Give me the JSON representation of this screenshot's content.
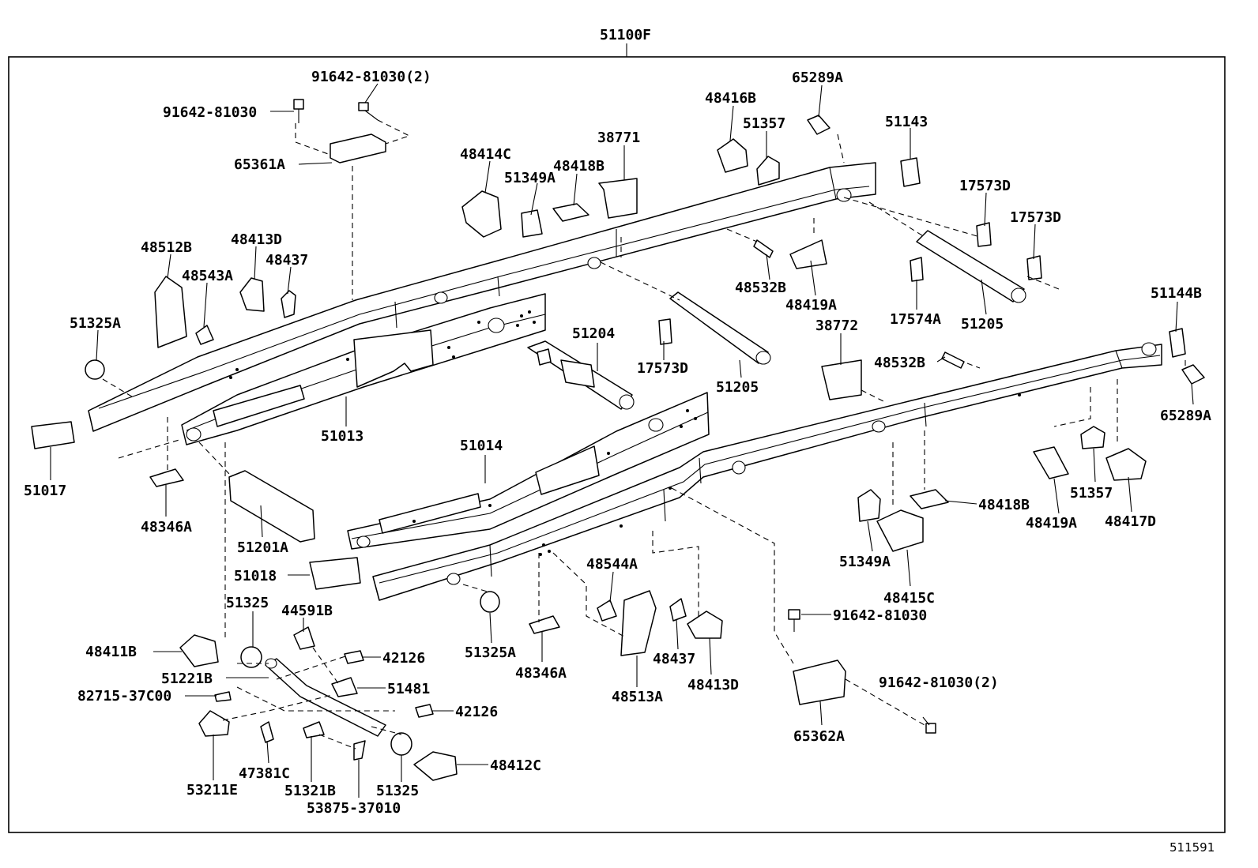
{
  "diagram": {
    "drawing_number": "511591",
    "assembly_label": "51100F",
    "labels": [
      "51100F",
      "91642-81030(2)",
      "91642-81030",
      "65361A",
      "65289A",
      "48416B",
      "51357",
      "51143",
      "38771",
      "48414C",
      "48418B",
      "51349A",
      "17573D",
      "17573D",
      "48512B",
      "48413D",
      "48437",
      "48543A",
      "51325A",
      "48532B",
      "48419A",
      "17574A",
      "51205",
      "51144B",
      "38772",
      "48532B",
      "51204",
      "17573D",
      "51205",
      "65289A",
      "51017",
      "51013",
      "51014",
      "48346A",
      "51201A",
      "51018",
      "51325",
      "44591B",
      "48411B",
      "42126",
      "51221B",
      "51481",
      "82715-37C00",
      "42126",
      "53211E",
      "47381C",
      "51321B",
      "53875-37010",
      "51325",
      "48412C",
      "51325A",
      "48346A",
      "48544A",
      "48513A",
      "48437",
      "48413D",
      "51349A",
      "48415C",
      "48418B",
      "48419A",
      "51357",
      "48417D",
      "91642-81030",
      "91642-81030(2)",
      "65362A"
    ]
  }
}
